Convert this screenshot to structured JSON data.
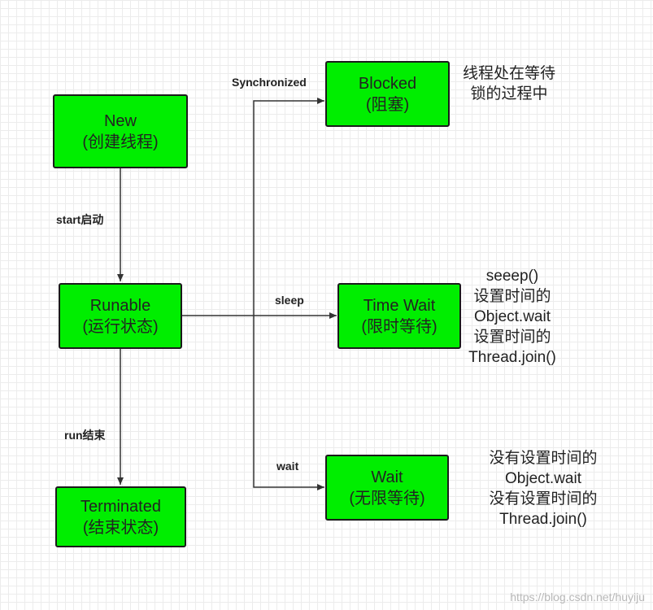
{
  "states": {
    "new": {
      "name": "New",
      "desc": "(创建线程)"
    },
    "blocked": {
      "name": "Blocked",
      "desc": "(阻塞)"
    },
    "runnable": {
      "name": "Runable",
      "desc": "(运行状态)"
    },
    "timewait": {
      "name": "Time Wait",
      "desc": "(限时等待)"
    },
    "terminated": {
      "name": "Terminated",
      "desc": "(结束状态)"
    },
    "wait": {
      "name": "Wait",
      "desc": "(无限等待)"
    }
  },
  "transitions": {
    "start": "start启动",
    "synchronized": "Synchronized",
    "sleep": "sleep",
    "run_end": "run结束",
    "wait": "wait"
  },
  "notes": {
    "blocked": [
      "线程处在等待",
      "锁的过程中"
    ],
    "timewait": [
      "seeep()",
      "设置时间的",
      "Object.wait",
      "设置时间的",
      "Thread.join()"
    ],
    "wait": [
      "没有设置时间的",
      "Object.wait",
      "没有设置时间的",
      "Thread.join()"
    ]
  },
  "watermark": "https://blog.csdn.net/huyiju",
  "colors": {
    "state_fill": "#00ee00",
    "border": "#1a1a1a",
    "arrow": "#333333"
  }
}
